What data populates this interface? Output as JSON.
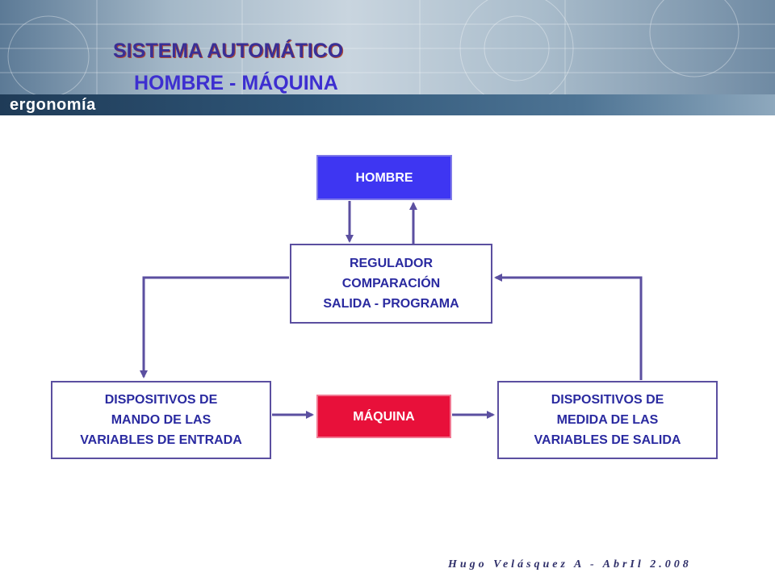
{
  "header": {
    "brand": "ergonomía",
    "title_line1": "SISTEMA AUTOMÁTICO",
    "title_line2": "HOMBRE  - MÁQUINA"
  },
  "diagram": {
    "hombre": "HOMBRE",
    "regulador": "REGULADOR\nCOMPARACIÓN\nSALIDA - PROGRAMA",
    "mando": "DISPOSITIVOS DE\nMANDO DE LAS\nVARIABLES DE ENTRADA",
    "maquina": "MÁQUINA",
    "medida": "DISPOSITIVOS DE\nMEDIDA DE LAS\nVARIABLES DE SALIDA"
  },
  "footer": {
    "author": "Hugo Velásquez A - AbrIl 2.008"
  },
  "colors": {
    "connector": "#5b4fa0",
    "human_box": "#3e36f2",
    "machine_box": "#e8103a",
    "text": "#2a2aa0"
  }
}
